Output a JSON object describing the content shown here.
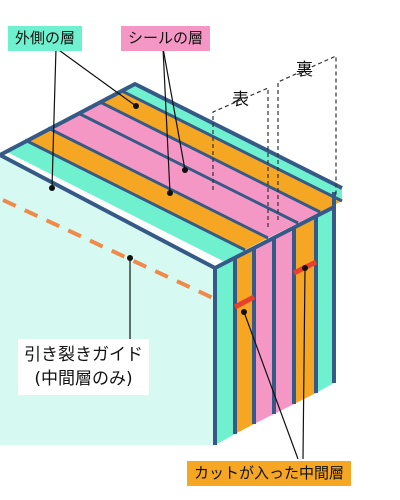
{
  "labels": {
    "outer_layer": "外側の層",
    "seal_layer": "シールの層",
    "front": "表",
    "back": "裏",
    "tear_guide_line1": "引き裂きガイド",
    "tear_guide_line2": "(中間層のみ)",
    "cut_middle_layer": "カットが入った中間層"
  },
  "colors": {
    "outer_layer": "#6FF0CF",
    "seal_layer": "#F597C4",
    "middle_layer": "#F5A623",
    "separator": "#355A87",
    "front_face": "#D6FAF1",
    "tear_guide": "#F08A4B",
    "cut_mark": "#E8402C"
  }
}
